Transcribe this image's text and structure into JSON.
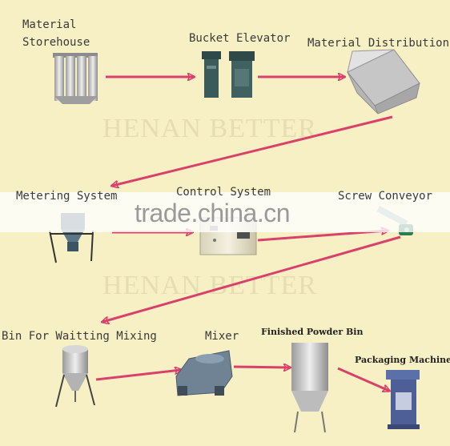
{
  "watermark": "HENAN BETTER",
  "brand": "trade.china.cn",
  "colors": {
    "background": "#f7f0c4",
    "arrow": "#d9416b",
    "metal": "#c9c9c9",
    "dark": "#3b5a5a"
  },
  "nodes": [
    {
      "id": "storehouse",
      "label": "Material\nStorehouse",
      "icon": "silo-icon"
    },
    {
      "id": "bucket-elevator",
      "label": "Bucket Elevator",
      "icon": "elevator-icon"
    },
    {
      "id": "material-distribution",
      "label": "Material Distribution",
      "icon": "hopper-icon"
    },
    {
      "id": "metering-system",
      "label": "Metering System",
      "icon": "metering-icon"
    },
    {
      "id": "control-system",
      "label": "Control System",
      "icon": "control-cabinet-icon"
    },
    {
      "id": "screw-conveyor",
      "label": "Screw Conveyor",
      "icon": "screw-conveyor-icon"
    },
    {
      "id": "bin-waiting-mixing",
      "label": "Bin For Waitting Mixing",
      "icon": "bin-icon"
    },
    {
      "id": "mixer",
      "label": "Mixer",
      "icon": "mixer-icon"
    },
    {
      "id": "finished-powder-bin",
      "label": "Finished Powder Bin",
      "icon": "powder-bin-icon"
    },
    {
      "id": "packaging-machine",
      "label": "Packaging Machine",
      "icon": "packaging-icon"
    }
  ]
}
